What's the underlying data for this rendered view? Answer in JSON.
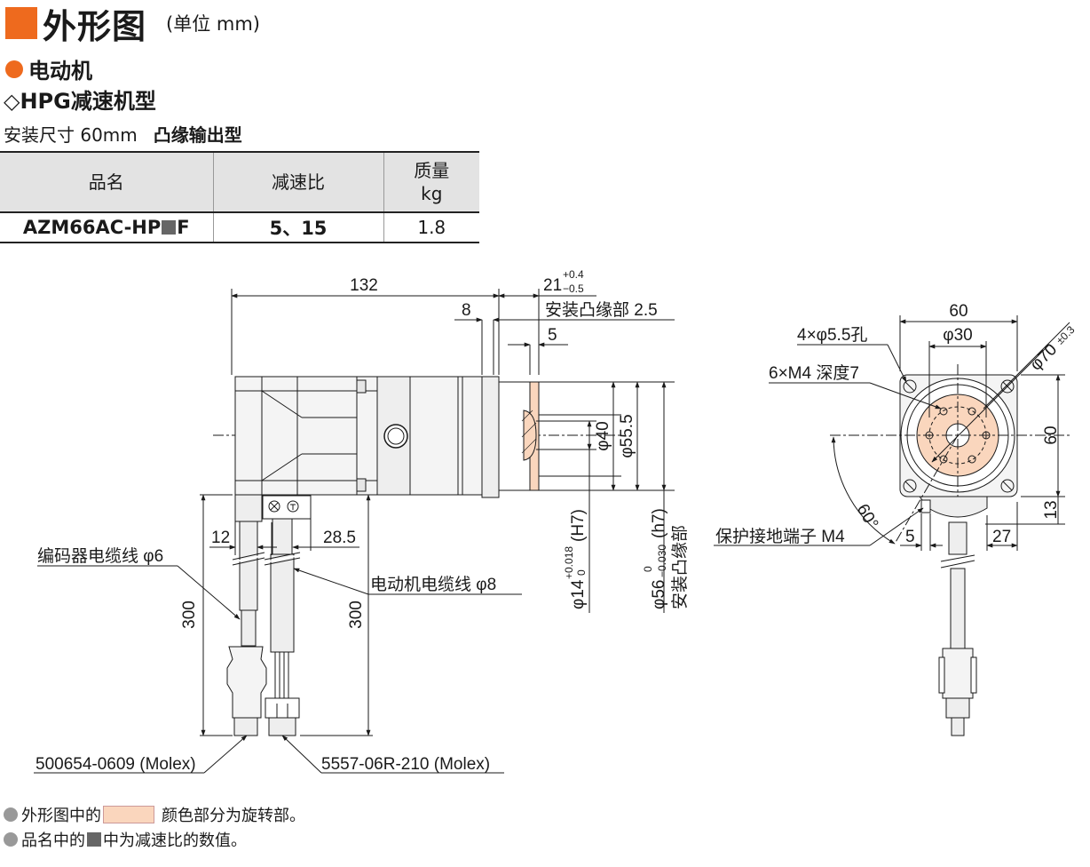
{
  "header": {
    "title": "外形图",
    "unit": "(单位 mm)",
    "section": "电动机",
    "type_title": "◇HPG减速机型",
    "mount_size": "安装尺寸 60mm",
    "output_type": "凸缘输出型"
  },
  "table": {
    "col_name": "品名",
    "col_ratio": "减速比",
    "col_mass_line1": "质量",
    "col_mass_line2": "kg",
    "model_prefix": "AZM66AC-HP",
    "model_suffix": "F",
    "ratio": "5、15",
    "mass": "1.8"
  },
  "side_dims": {
    "d132": "132",
    "d21": "21",
    "d21_tol_up": "+0.4",
    "d21_tol_dn": "−0.5",
    "d8": "8",
    "flange": "安装凸缘部 2.5",
    "d5": "5",
    "phi40": "φ40",
    "phi555": "φ55.5",
    "d12": "12",
    "d285": "28.5",
    "enc_cable": "编码器电缆线 φ6",
    "motor_cable": "电动机电缆线 φ8",
    "d300a": "300",
    "d300b": "300",
    "phi14": "φ14",
    "phi14_tol_up": "+0.018",
    "phi14_tol_dn": "0",
    "phi14_fit": "(H7)",
    "phi56": "φ56",
    "phi56_tol_up": "0",
    "phi56_tol_dn": "−0.030",
    "phi56_fit": "(h7)",
    "flange_vert": "安装凸缘部",
    "conn_enc": "500654-0609 (Molex)",
    "conn_motor": "5557-06R-210 (Molex)"
  },
  "front_dims": {
    "d60_top": "60",
    "phi30": "φ30",
    "holes4": "4×φ5.5孔",
    "holes6": "6×M4 深度7",
    "phi70": "φ70",
    "phi70_tol": "±0.3",
    "d60_right": "60",
    "angle": "60°",
    "d13": "13",
    "ground": "保护接地端子 M4",
    "d5": "5",
    "d27": "27"
  },
  "notes": {
    "note1_a": "外形图中的",
    "note1_b": "颜色部分为旋转部。",
    "note2_a": "品名中的",
    "note2_b": "中为减速比的数值。"
  },
  "colors": {
    "accent": "#ee6a1e",
    "rotating": "#fad6bd",
    "motor_body": "#f2f2f2",
    "line": "#1a1a1a"
  }
}
